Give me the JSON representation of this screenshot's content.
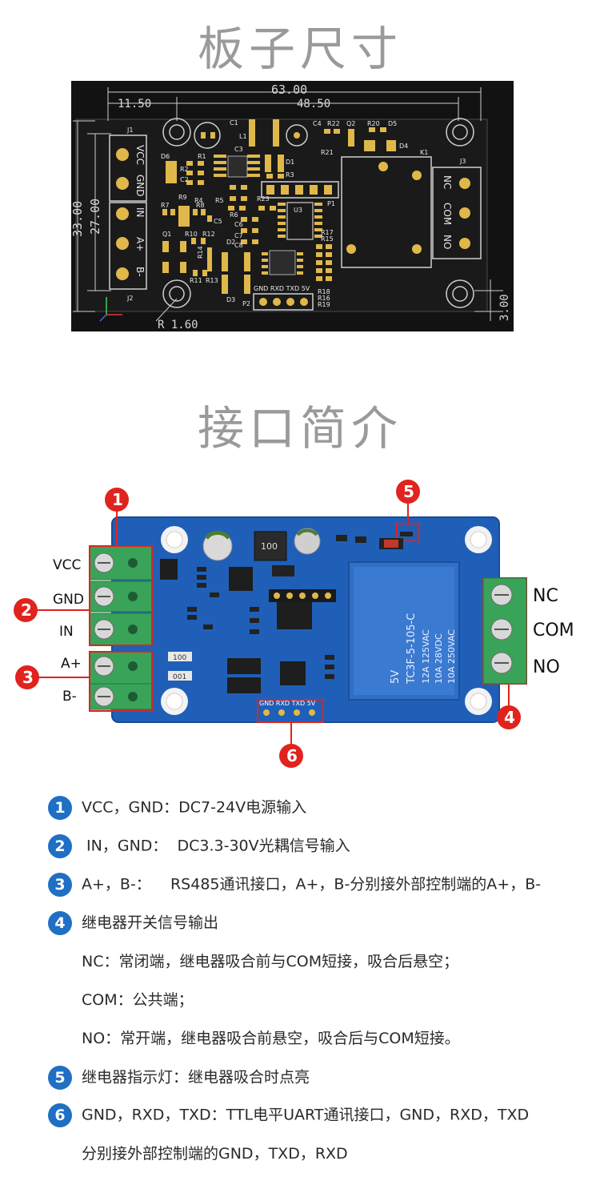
{
  "titles": {
    "board_size": "板子尺寸",
    "interface": "接口简介"
  },
  "dimensions": {
    "total_width": "63.00",
    "left_offset": "11.50",
    "hole_span": "48.50",
    "total_height": "33.00",
    "hole_height": "27.00",
    "edge_offset": "3.00",
    "radius": "R 1.60"
  },
  "pcb_silk": {
    "j1": "J1",
    "j2": "J2",
    "j3": "J3",
    "k1": "K1",
    "p1": "P1",
    "p2": "P2",
    "u3": "U3",
    "vcc": "VCC",
    "gnd": "GND",
    "in": "IN",
    "a_plus": "A+",
    "b_minus": "B-",
    "nc": "NC",
    "com": "COM",
    "no": "NO",
    "p2_pins": "GND RXD TXD 5V",
    "c1": "C1",
    "c3": "C3",
    "c4": "C4",
    "l1": "L1",
    "d1": "D1",
    "d2": "D2",
    "d3": "D3",
    "d4": "D4",
    "d5": "D5",
    "d6": "D6",
    "r20": "R20",
    "r21": "R21",
    "r22": "R22",
    "q2": "Q2",
    "r23": "R23",
    "r17": "R17",
    "r15": "R15",
    "r18": "R18",
    "r16": "R16",
    "r19": "R19",
    "r1": "R1",
    "r2": "R2",
    "r3": "R3",
    "r4": "R4",
    "r5": "R5",
    "r6": "R6",
    "r7": "R7",
    "r8": "R8",
    "r9": "R9",
    "r10": "R10",
    "r11": "R11",
    "r12": "R12",
    "r13": "R13",
    "r14": "R14",
    "c2": "C2",
    "c5": "C5",
    "c6": "C6",
    "c7": "C7",
    "c8": "C8",
    "q1": "Q1"
  },
  "module": {
    "labels": {
      "vcc": "VCC",
      "gnd": "GND",
      "in": "IN",
      "a_plus": "A+",
      "b_minus": "B-",
      "nc": "NC",
      "com": "COM",
      "no": "NO"
    },
    "badges": [
      "1",
      "2",
      "3",
      "4",
      "5",
      "6"
    ],
    "relay_text": [
      "5V",
      "TC3F-5-105-C",
      "12A 125VAC",
      "10A 28VDC",
      "10A 250VAC"
    ],
    "p2_pins": "GND RXD TXD 5V",
    "marking_100": "100",
    "marking_001": "001",
    "inductor": "100"
  },
  "descriptions": [
    {
      "num": "1",
      "text": "VCC，GND：DC7-24V电源输入"
    },
    {
      "num": "2",
      "text": " IN，GND：  DC3.3-30V光耦信号输入"
    },
    {
      "num": "3",
      "text": "A+，B-：    RS485通讯接口，A+，B-分别接外部控制端的A+，B-"
    },
    {
      "num": "4",
      "text": "继电器开关信号输出"
    },
    {
      "num": "5",
      "text": "继电器指示灯：继电器吸合时点亮"
    },
    {
      "num": "6",
      "text": "GND，RXD，TXD：TTL电平UART通讯接口，GND，RXD，TXD"
    }
  ],
  "sub_lines": {
    "nc": "NC：常闭端，继电器吸合前与COM短接，吸合后悬空；",
    "com": "COM：公共端；",
    "no": "NO：常开端，继电器吸合前悬空，吸合后与COM短接。",
    "six_cont": "分别接外部控制端的GND，TXD，RXD"
  },
  "colors": {
    "pcb_dark": "#141414",
    "pcb_blue": "#1f5fb8",
    "pad_gold": "#e0b84a",
    "terminal_green": "#3aa35a",
    "relay_blue": "#2f6fc7",
    "badge_red": "#e0231d",
    "frame_red": "#e0231d",
    "number_blue": "#1f6fc4",
    "title_gray": "#9a9a9a"
  }
}
